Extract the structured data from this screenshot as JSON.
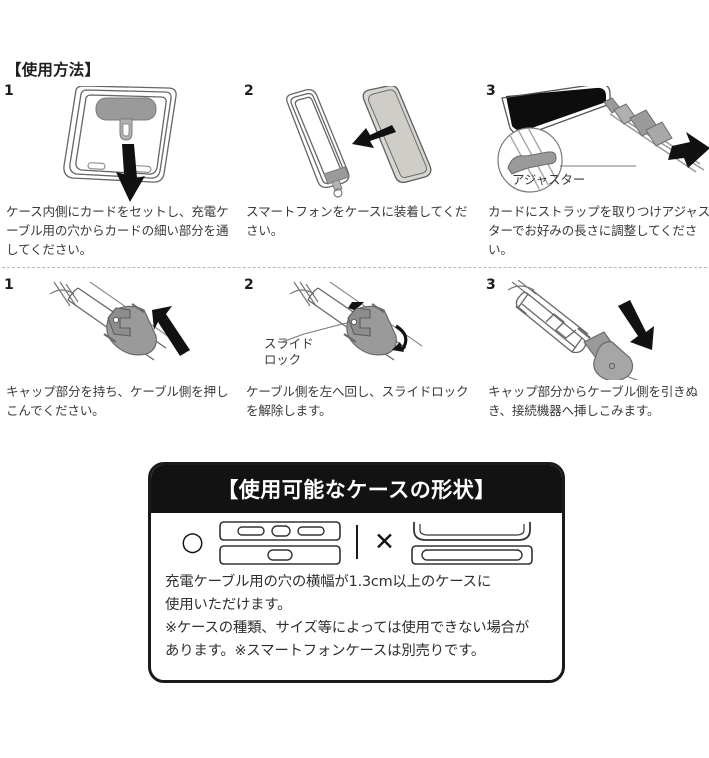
{
  "page": {
    "background": "#ffffff",
    "ink": "#2b2b2b",
    "gray_part": "#9a9a9a",
    "outline": "#4a4a4a"
  },
  "section": {
    "title": "【使用方法】"
  },
  "rows": [
    {
      "id": "row-attach",
      "steps": [
        {
          "number": "1",
          "figure_name": "case-card-insert-illustration",
          "caption": "ケース内側にカードをセットし、充電ケーブル用の穴からカードの細い部分を通してください。"
        },
        {
          "number": "2",
          "figure_name": "phone-into-case-illustration",
          "caption": "スマートフォンをケースに装着してください。"
        },
        {
          "number": "3",
          "figure_name": "strap-adjuster-illustration",
          "caption": "カードにストラップを取りつけアジャスターでお好みの長さに調整してください。",
          "callouts": [
            {
              "name": "adjuster-callout-label",
              "text": "アジャスター"
            }
          ]
        }
      ]
    },
    {
      "id": "row-cable",
      "steps": [
        {
          "number": "1",
          "figure_name": "cap-push-illustration",
          "caption": "キャップ部分を持ち、ケーブル側を押しこんでください。"
        },
        {
          "number": "2",
          "figure_name": "slide-lock-release-illustration",
          "caption": "ケーブル側を左へ回し、スライドロックを解除します。",
          "callouts": [
            {
              "name": "slide-lock-callout-label",
              "text": "スライド\nロック"
            }
          ]
        },
        {
          "number": "3",
          "figure_name": "cable-pull-out-illustration",
          "caption": "キャップ部分からケーブル側を引きぬき、接続機器へ挿しこみます。"
        }
      ]
    }
  ],
  "info_box": {
    "header": "【使用可能なケースの形状】",
    "compat": {
      "ok_mark": "○",
      "ng_mark": "✕"
    },
    "body_lines": [
      "充電ケーブル用の穴の横幅が1.3cm以上のケースに",
      "使用いただけます。",
      "※ケースの種類、サイズ等によっては使用できない場合が",
      "あります。※スマートフォンケースは別売りです。"
    ]
  }
}
